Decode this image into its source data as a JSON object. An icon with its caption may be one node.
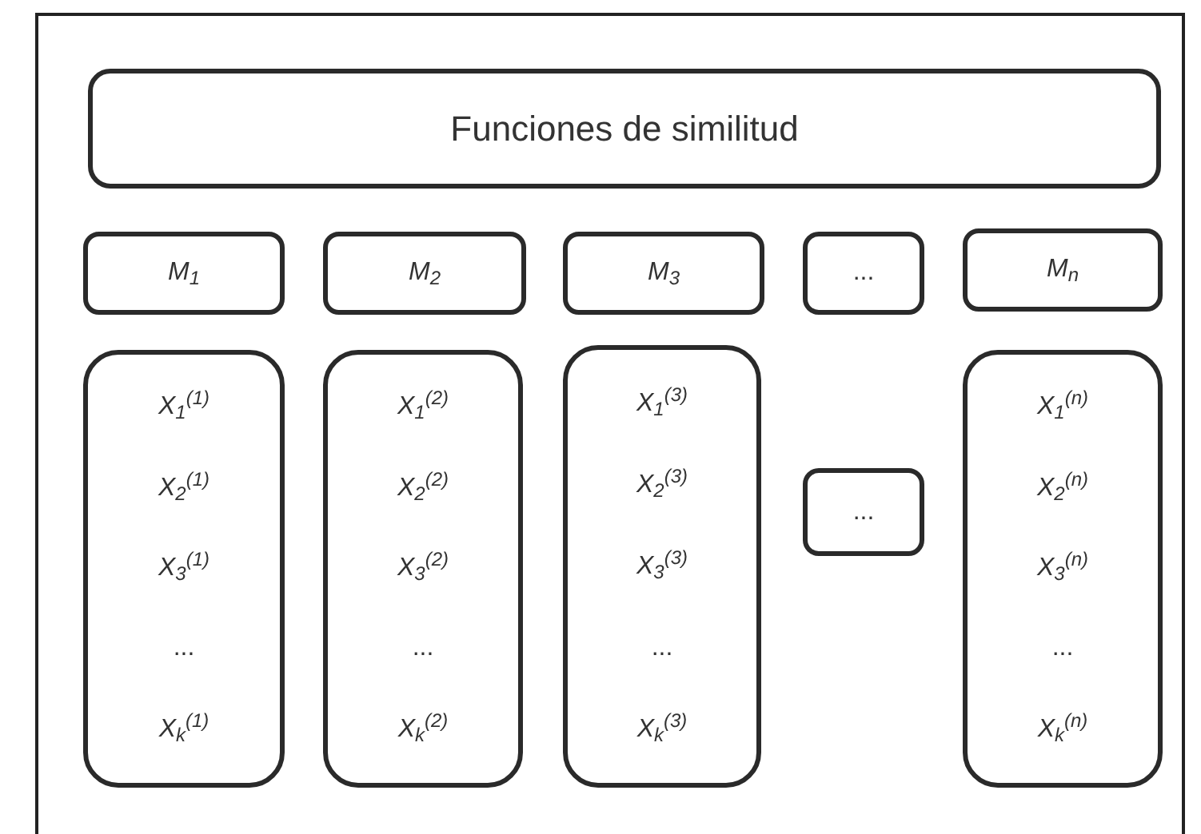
{
  "diagram": {
    "nodes": [
      {
        "text": [
          "Funciones de similitud"
        ]
      },
      {
        "text": [
          "M$_{1}$"
        ]
      },
      {
        "text": [
          "M$_{2}$"
        ]
      },
      {
        "text": [
          "M$_{3}$"
        ]
      },
      {
        "text": [
          "..."
        ]
      },
      {
        "text": [
          "M$_{n}$"
        ]
      },
      {
        "text": [
          "X$_{1}$$^{(1)}$",
          "X$_{2}$$^{(1)}$",
          "X$_{3}$$^{(1)}$",
          "...",
          "X$_{k}$$^{(1)}$"
        ]
      },
      {
        "text": [
          "X$_{1}$$^{(2)}$",
          "X$_{2}$$^{(2)}$",
          "X$_{3}$$^{(2)}$",
          "...",
          "X$_{k}$$^{(2)}$"
        ]
      },
      {
        "text": [
          "X$_{1}$$^{(3)}$",
          "X$_{2}$$^{(3)}$",
          "X$_{3}$$^{(3)}$",
          "...",
          "X$_{k}$$^{(3)}$"
        ]
      },
      {
        "text": [
          "..."
        ]
      },
      {
        "text": [
          "X$_{1}$$^{(n)}$",
          "X$_{2}$$^{(n)}$",
          "X$_{3}$$^{(n)}$",
          "...",
          "X$_{k}$$^{(n)}$"
        ]
      }
    ]
  }
}
